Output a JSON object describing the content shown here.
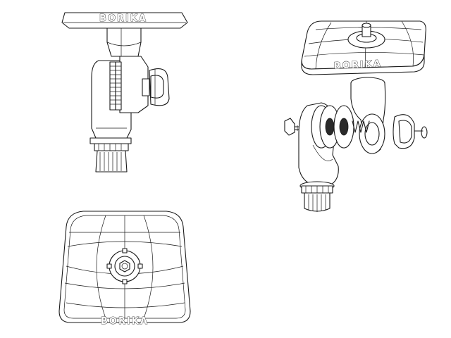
{
  "brand": {
    "logo_text": "BORIKA"
  },
  "views": [
    {
      "id": "side"
    },
    {
      "id": "bottom"
    },
    {
      "id": "exploded"
    }
  ]
}
